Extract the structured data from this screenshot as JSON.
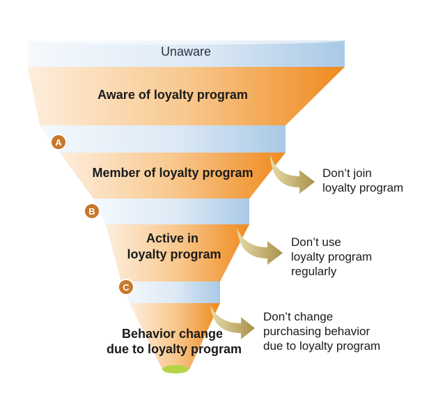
{
  "funnel": {
    "top_label": "Unaware",
    "stages": [
      {
        "lines": [
          "Aware of loyalty program"
        ]
      },
      {
        "lines": [
          "Member of loyalty program"
        ]
      },
      {
        "lines": [
          "Active in",
          "loyalty program"
        ]
      },
      {
        "lines": [
          "Behavior change",
          "due to loyalty program"
        ]
      }
    ],
    "markers": [
      "A",
      "B",
      "C"
    ],
    "exits": [
      {
        "lines": [
          "Don’t join",
          "loyalty program"
        ]
      },
      {
        "lines": [
          "Don’t use",
          "loyalty program",
          "regularly"
        ]
      },
      {
        "lines": [
          "Don’t change",
          "purchasing behavior",
          "due to loyalty program"
        ]
      }
    ]
  },
  "colors": {
    "orange_light": "#fbe3c4",
    "orange_dark": "#ef8a1f",
    "blue_light": "#eef5fb",
    "blue_dark": "#a9c9e6",
    "marker": "#c9772c",
    "arrow": "#b8a55a",
    "bottom_cap": "#b4d445"
  }
}
